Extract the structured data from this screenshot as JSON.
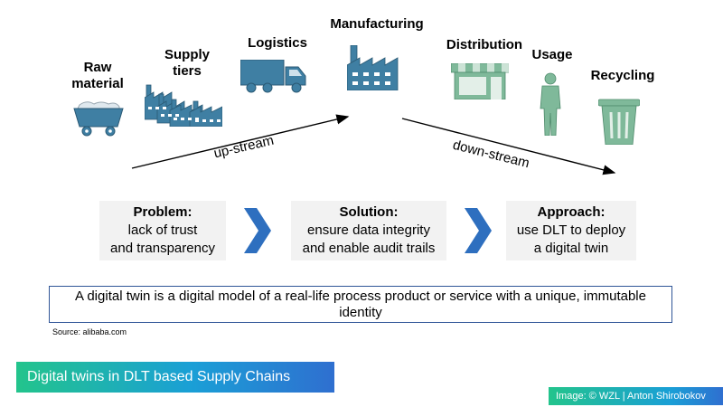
{
  "stages": [
    {
      "id": "raw",
      "label": "Raw material",
      "icon": "mine-cart-icon"
    },
    {
      "id": "supply",
      "label": "Supply tiers",
      "icon": "factories-icon"
    },
    {
      "id": "logistics",
      "label": "Logistics",
      "icon": "truck-icon"
    },
    {
      "id": "manufacturing",
      "label": "Manufacturing",
      "icon": "factory-icon"
    },
    {
      "id": "distribution",
      "label": "Distribution",
      "icon": "store-icon"
    },
    {
      "id": "usage",
      "label": "Usage",
      "icon": "person-icon"
    },
    {
      "id": "recycling",
      "label": "Recycling",
      "icon": "trash-bin-icon"
    }
  ],
  "flow": {
    "upstream_label": "up-stream",
    "downstream_label": "down-stream"
  },
  "steps": [
    {
      "head": "Problem:",
      "line1": "lack of trust",
      "line2": "and transparency"
    },
    {
      "head": "Solution:",
      "line1": "ensure data integrity",
      "line2": "and enable audit trails"
    },
    {
      "head": "Approach:",
      "line1": "use DLT to deploy",
      "line2": "a digital twin"
    }
  ],
  "definition": "A digital twin is a digital model of a real-life process product or service with a unique, immutable identity",
  "source": "Source: alibaba.com",
  "banner_title": "Digital twins in DLT based Supply Chains",
  "credit": "Image: © WZL | Anton Shirobokov",
  "colors": {
    "icon_blue": "#3f7fa3",
    "icon_green": "#7fb99a",
    "chevron": "#2e6fbf",
    "box_bg": "#f2f2f2",
    "border_blue": "#2f5597"
  }
}
